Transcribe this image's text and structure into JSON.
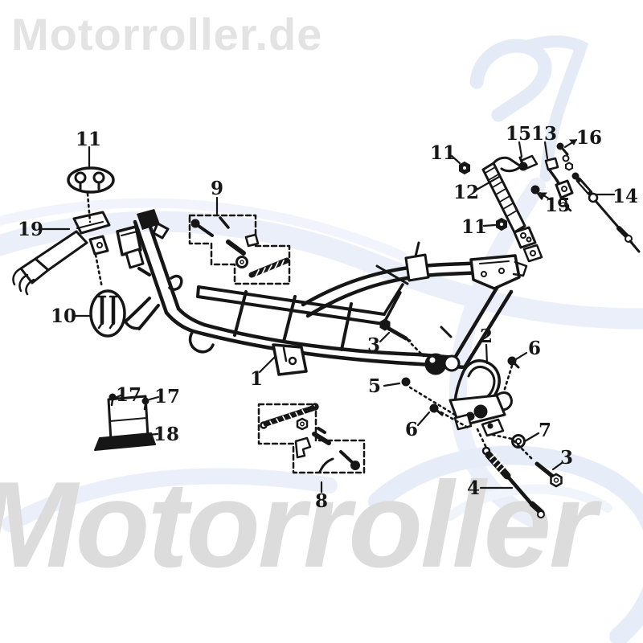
{
  "brand": {
    "top_watermark": "Motorroller.de",
    "bottom_watermark": "Motorroller",
    "watermark_text_color": "#e3e3e3",
    "watermark_swoosh_color": "#e7edf8",
    "diagram_line_color": "#161616"
  },
  "diagram": {
    "type": "exploded-parts-diagram",
    "subject": "scooter frame with center stand and mounting hardware",
    "callouts": [
      {
        "label": "11"
      },
      {
        "label": "19"
      },
      {
        "label": "10"
      },
      {
        "label": "9"
      },
      {
        "label": "1"
      },
      {
        "label": "17"
      },
      {
        "label": "17"
      },
      {
        "label": "18"
      },
      {
        "label": "8"
      },
      {
        "label": "11"
      },
      {
        "label": "12"
      },
      {
        "label": "11"
      },
      {
        "label": "15"
      },
      {
        "label": "13"
      },
      {
        "label": "16"
      },
      {
        "label": "15"
      },
      {
        "label": "14"
      },
      {
        "label": "3"
      },
      {
        "label": "2"
      },
      {
        "label": "6"
      },
      {
        "label": "5"
      },
      {
        "label": "6"
      },
      {
        "label": "7"
      },
      {
        "label": "3"
      },
      {
        "label": "4"
      }
    ]
  }
}
